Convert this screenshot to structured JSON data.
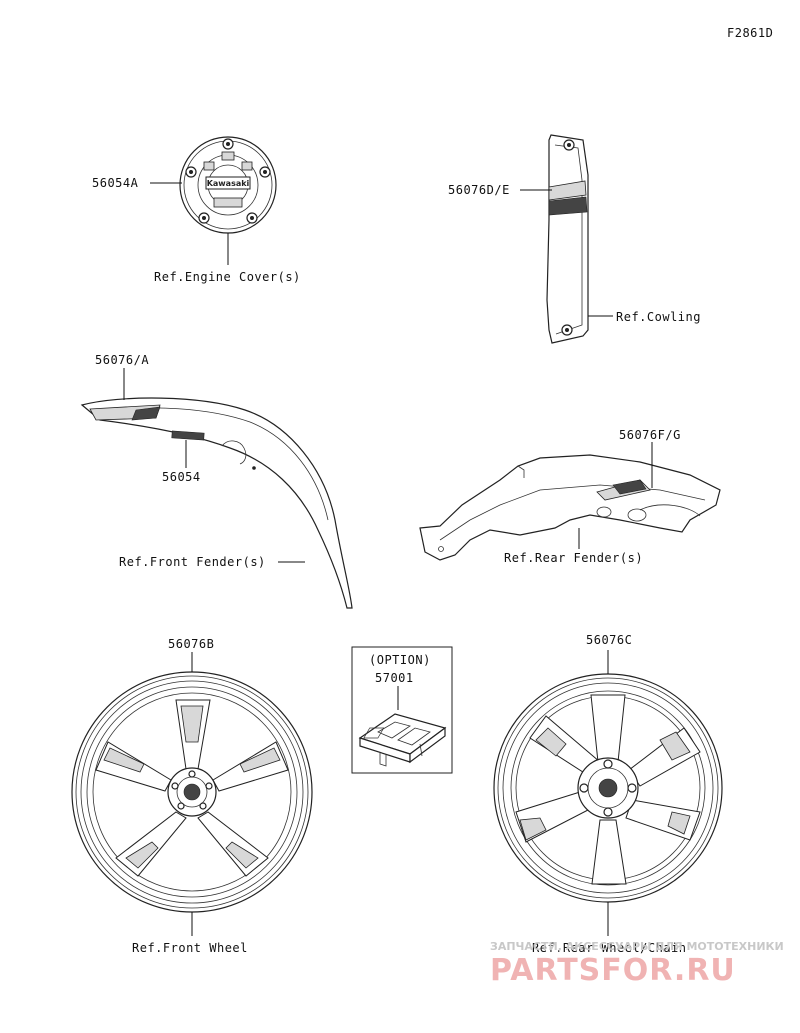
{
  "figure_code": "F2861D",
  "labels": {
    "engine_cover_part": "56054A",
    "engine_cover_ref": "Ref.Engine Cover(s)",
    "cowling_part": "56076D/E",
    "cowling_ref": "Ref.Cowling",
    "front_fender_part": "56076/A",
    "front_fender_emblem": "56054",
    "front_fender_ref": "Ref.Front Fender(s)",
    "rear_fender_part": "56076F/G",
    "rear_fender_ref": "Ref.Rear Fender(s)",
    "front_wheel_part": "56076B",
    "front_wheel_ref": "Ref.Front Wheel",
    "option_header": "(OPTION)",
    "option_part": "57001",
    "rear_wheel_part": "56076C",
    "rear_wheel_ref": "Ref.Rear Wheel/Chain",
    "cover_logo_text": "Kawasaki"
  },
  "watermark": {
    "small": "ЗАПЧАСТИ, АКСЕССУАРЫ ДЛЯ МОТОТЕХНИКИ",
    "big": "PARTSFOR.RU"
  },
  "colors": {
    "line": "#111111",
    "watermark_red": "#f0b3b3"
  }
}
